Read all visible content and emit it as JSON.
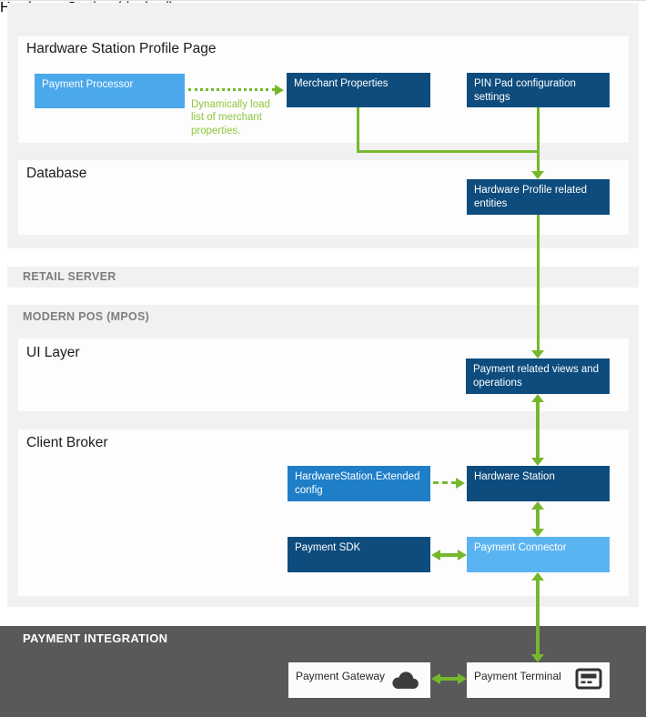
{
  "sections": {
    "hardware_station_profile_page": {
      "title": "Hardware Station Profile Page"
    },
    "database": {
      "title": "Database"
    },
    "retail_server": {
      "title": "RETAIL SERVER"
    },
    "modern_pos": {
      "title": "MODERN POS (MPOS)"
    },
    "ui_layer": {
      "title": "UI Layer"
    },
    "client_broker": {
      "title": "Client Broker"
    },
    "payment_integration": {
      "title": "PAYMENT INTEGRATION"
    }
  },
  "nodes": {
    "payment_processor": {
      "label": "Payment Processor"
    },
    "merchant_properties": {
      "label": "Merchant Properties"
    },
    "pin_pad_configuration": {
      "label": "PIN Pad configuration settings"
    },
    "hardware_profile_entities": {
      "label": "Hardware Profile related entities"
    },
    "payment_views": {
      "label": "Payment related views and operations"
    },
    "hardware_station_extended_config": {
      "label": "HardwareStation.Extended config"
    },
    "hardware_station": {
      "label": "Hardware Station"
    },
    "payment_sdk": {
      "label": "Payment SDK"
    },
    "payment_connector": {
      "label": "Payment Connector"
    },
    "payment_gateway": {
      "label": "Payment Gateway"
    },
    "payment_terminal": {
      "label": "Payment Terminal"
    }
  },
  "annotations": {
    "dynamic_load": "Dynamically load list of merchant properties."
  },
  "icons": {
    "payment_gateway": "cloud-icon",
    "payment_terminal": "payment-terminal-icon"
  },
  "colors": {
    "green": "#76B82C",
    "green_light": "#8DC63F",
    "navy": "#0E4C7E",
    "blue_medium": "#1E7EC8",
    "blue_light": "#4BA8EB",
    "blue_connector": "#5BB4F2",
    "gray_section": "#F1F1F1",
    "gray_dark_section": "#595959",
    "panel_white": "#FDFDFD",
    "label_gray": "#7E7E7E"
  }
}
